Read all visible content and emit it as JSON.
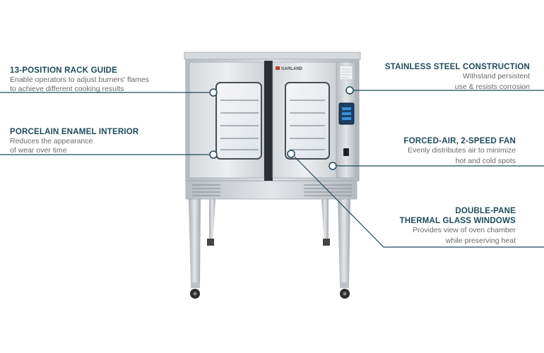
{
  "brand": {
    "logo_text": "GARLAND"
  },
  "colors": {
    "title": "#1e4a5a",
    "callout_line": "#1e4a5a",
    "description": "#6a6a6a",
    "steel": "#c9cdd1"
  },
  "features": {
    "rack_guide": {
      "title": "13-POSITION RACK GUIDE",
      "desc_line1": "Enable operators to adjust burners' flames",
      "desc_line2": "to achieve different cooking results"
    },
    "porcelain": {
      "title": "PORCELAIN ENAMEL INTERIOR",
      "desc_line1": "Reduces the appearance",
      "desc_line2": "of wear over time"
    },
    "stainless": {
      "title": "STAINLESS STEEL CONSTRUCTION",
      "desc_line1": "Withstand persistent",
      "desc_line2": "use & resists corrosion"
    },
    "fan": {
      "title": "FORCED-AIR, 2-SPEED FAN",
      "desc_line1": "Evenly distributes air to minimize",
      "desc_line2": "hot and cold spots"
    },
    "glass": {
      "title_line1": "DOUBLE-PANE",
      "title_line2": "THERMAL GLASS WINDOWS",
      "desc_line1": "Provides view of oven chamber",
      "desc_line2": "while preserving heat"
    }
  }
}
